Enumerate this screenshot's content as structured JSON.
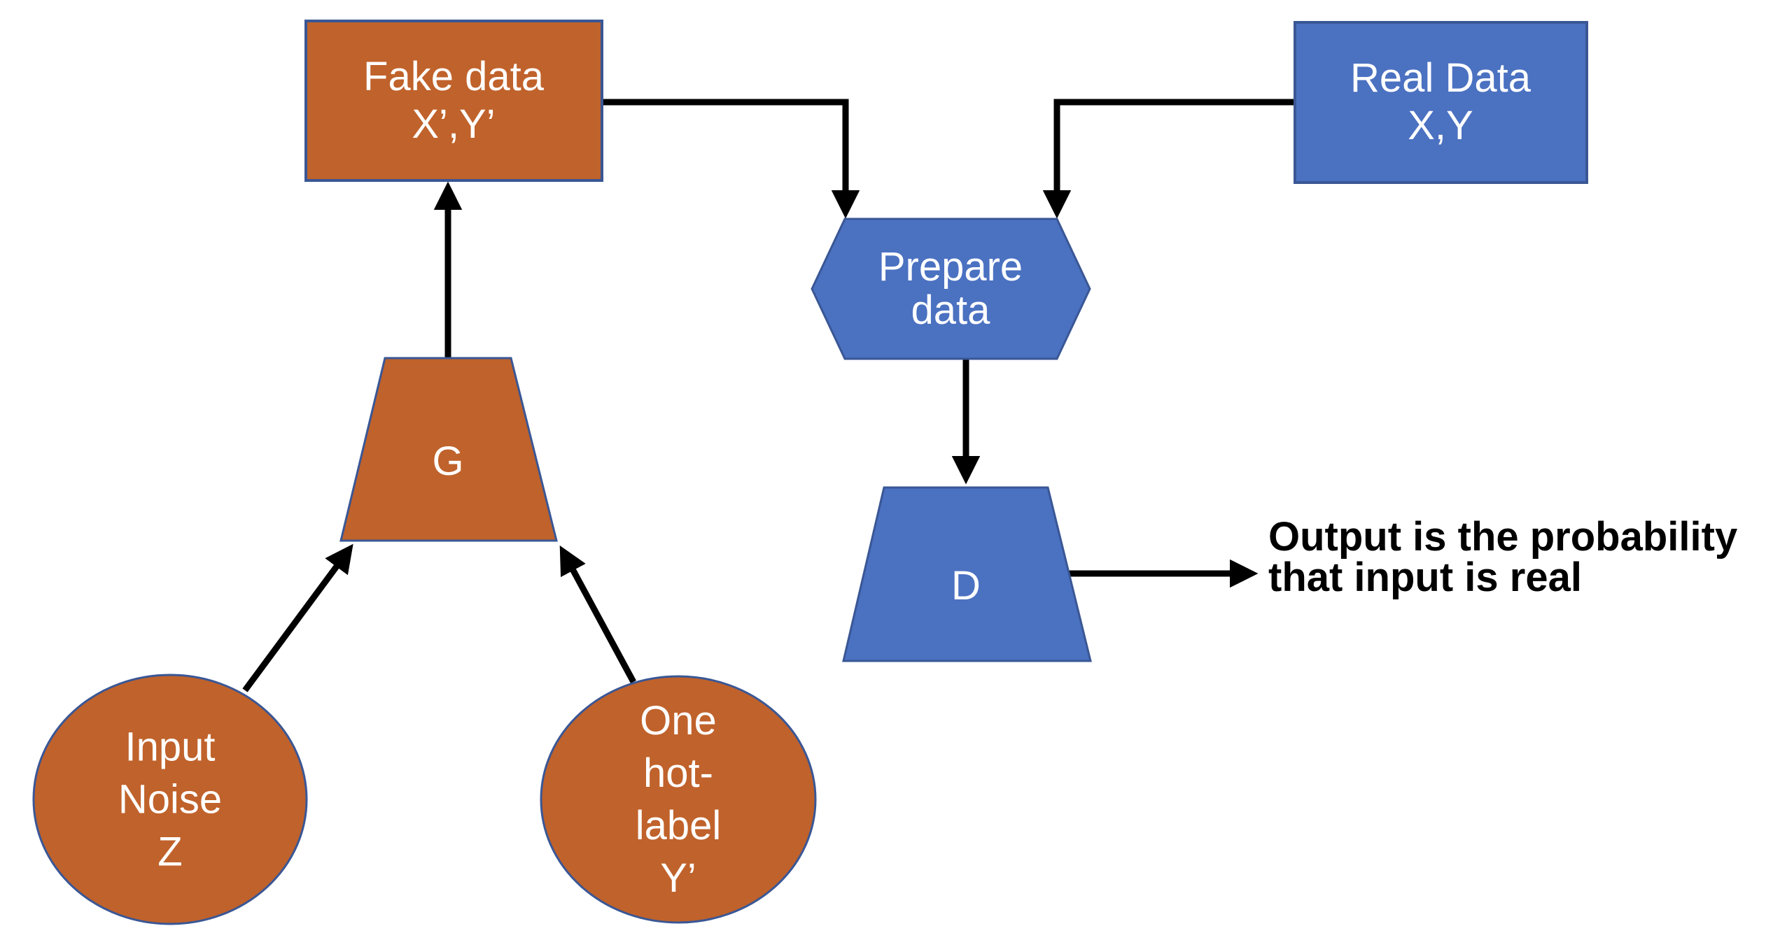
{
  "diagram": {
    "nodes": {
      "fake_data": {
        "label": "Fake data\nX’,Y’"
      },
      "real_data": {
        "label": "Real Data\nX,Y"
      },
      "prepare_data": {
        "label": "Prepare\ndata"
      },
      "generator": {
        "label": "G"
      },
      "discriminator": {
        "label": "D"
      },
      "input_noise": {
        "label": "Input\nNoise\nZ"
      },
      "one_hot_label": {
        "label": "One\nhot-\nlabel\nY’"
      }
    },
    "annotation": {
      "output_note": "Output is the probability\nthat input is real"
    },
    "colors": {
      "orange_fill": "#C0622B",
      "blue_fill": "#4B71C1",
      "shape_border": "#3A5795",
      "arrow": "#000000",
      "shape_text": "#FFFFFF",
      "annotation_text": "#000000",
      "background": "#FFFFFF"
    }
  }
}
